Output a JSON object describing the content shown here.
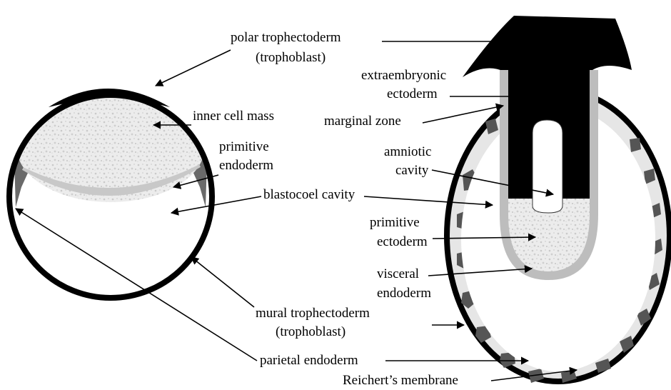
{
  "labels": {
    "polar_trophectoderm": "polar trophectoderm",
    "polar_trophoblast": "(trophoblast)",
    "inner_cell_mass": "inner cell mass",
    "primitive_endoderm_1": "primitive",
    "primitive_endoderm_2": "endoderm",
    "blastocoel_cavity": "blastocoel cavity",
    "mural_trophectoderm": "mural trophectoderm",
    "mural_trophoblast": "(trophoblast)",
    "parietal_endoderm": "parietal endoderm",
    "reicherts_membrane": "Reichert’s membrane",
    "extraembryonic_1": "extraembryonic",
    "extraembryonic_2": "ectoderm",
    "marginal_zone": "marginal zone",
    "amniotic_1": "amniotic",
    "amniotic_2": "cavity",
    "primitive_ectoderm_1": "primitive",
    "primitive_ectoderm_2": "ectoderm",
    "visceral_endoderm_1": "visceral",
    "visceral_endoderm_2": "endoderm"
  },
  "colors": {
    "trophectoderm": "#000000",
    "cell_mass_fill": "#e9e9e9",
    "endoderm_gray": "#bdbdbd",
    "parietal_cells": "#555555",
    "reicherts_band": "#dedede"
  }
}
